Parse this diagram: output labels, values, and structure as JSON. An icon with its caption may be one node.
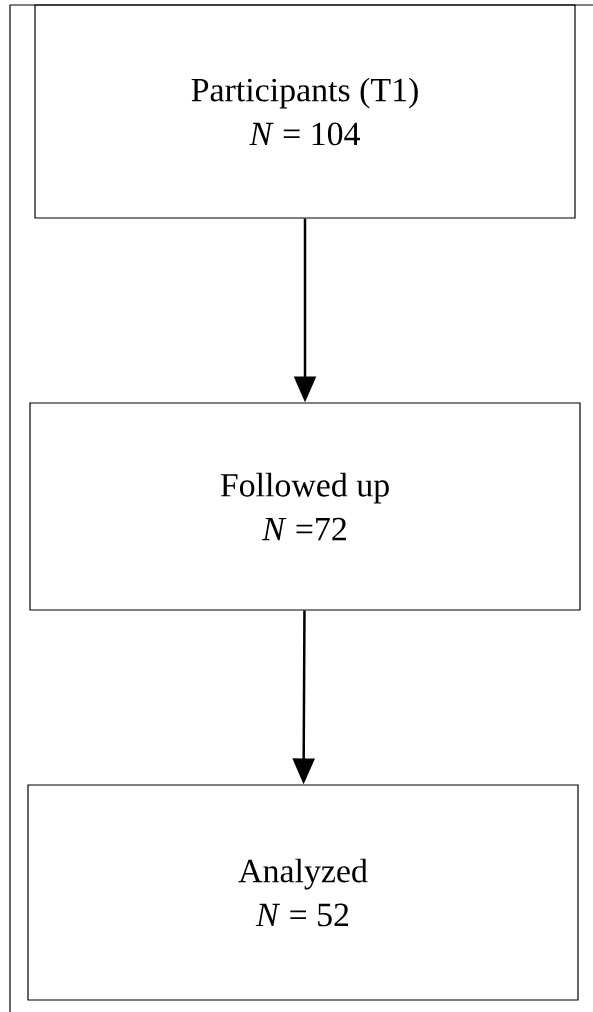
{
  "diagram": {
    "nodes": [
      {
        "text": [
          "Participants (T1)",
          "*N* = 104"
        ]
      },
      {
        "text": [
          "Followed up",
          "*N* =72"
        ]
      },
      {
        "text": [
          "Analyzed",
          "*N* = 52"
        ]
      }
    ],
    "edges": [
      {
        "from": 0,
        "to": 1,
        "arrow": "to"
      },
      {
        "from": 1,
        "to": 2,
        "arrow": "to"
      }
    ]
  }
}
